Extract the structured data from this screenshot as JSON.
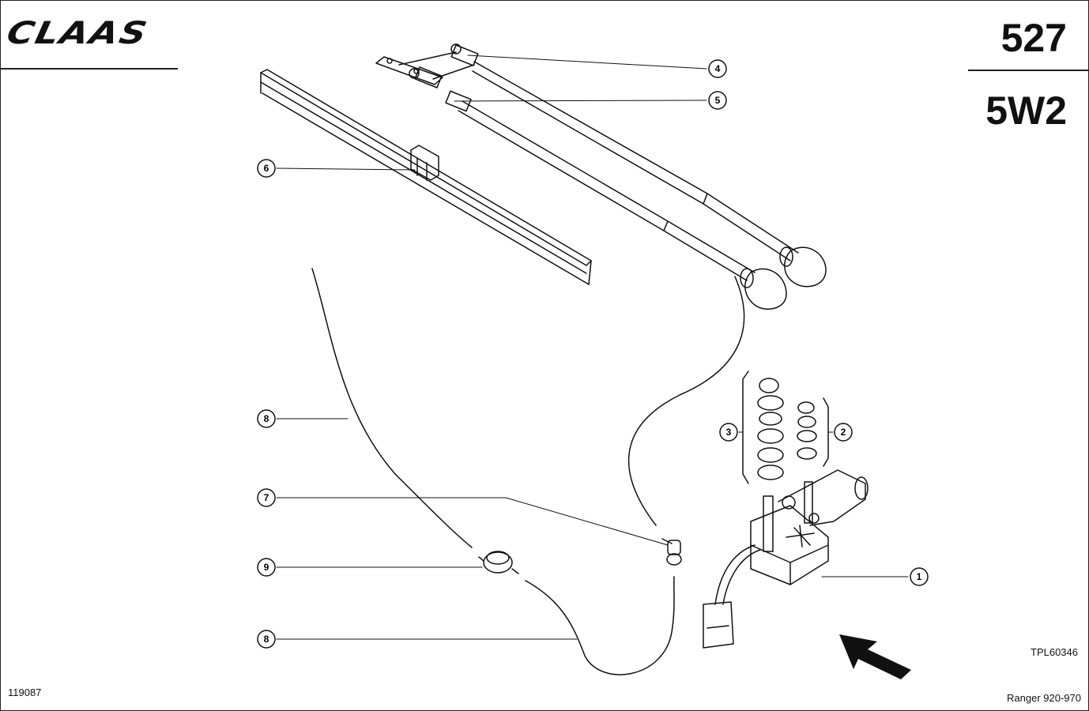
{
  "header": {
    "brand": "CLAAS",
    "page_number": "527",
    "group_code": "5W2"
  },
  "footer": {
    "doc_id": "119087",
    "drawing_ref": "TPL60346",
    "model_range": "Ranger 920-970"
  },
  "callouts": [
    {
      "id": "c1",
      "label": "1"
    },
    {
      "id": "c2",
      "label": "2"
    },
    {
      "id": "c3",
      "label": "3"
    },
    {
      "id": "c4",
      "label": "4"
    },
    {
      "id": "c5",
      "label": "5"
    },
    {
      "id": "c6",
      "label": "6"
    },
    {
      "id": "c7",
      "label": "7"
    },
    {
      "id": "c8a",
      "label": "8"
    },
    {
      "id": "c8b",
      "label": "8"
    },
    {
      "id": "c9",
      "label": "9"
    }
  ]
}
